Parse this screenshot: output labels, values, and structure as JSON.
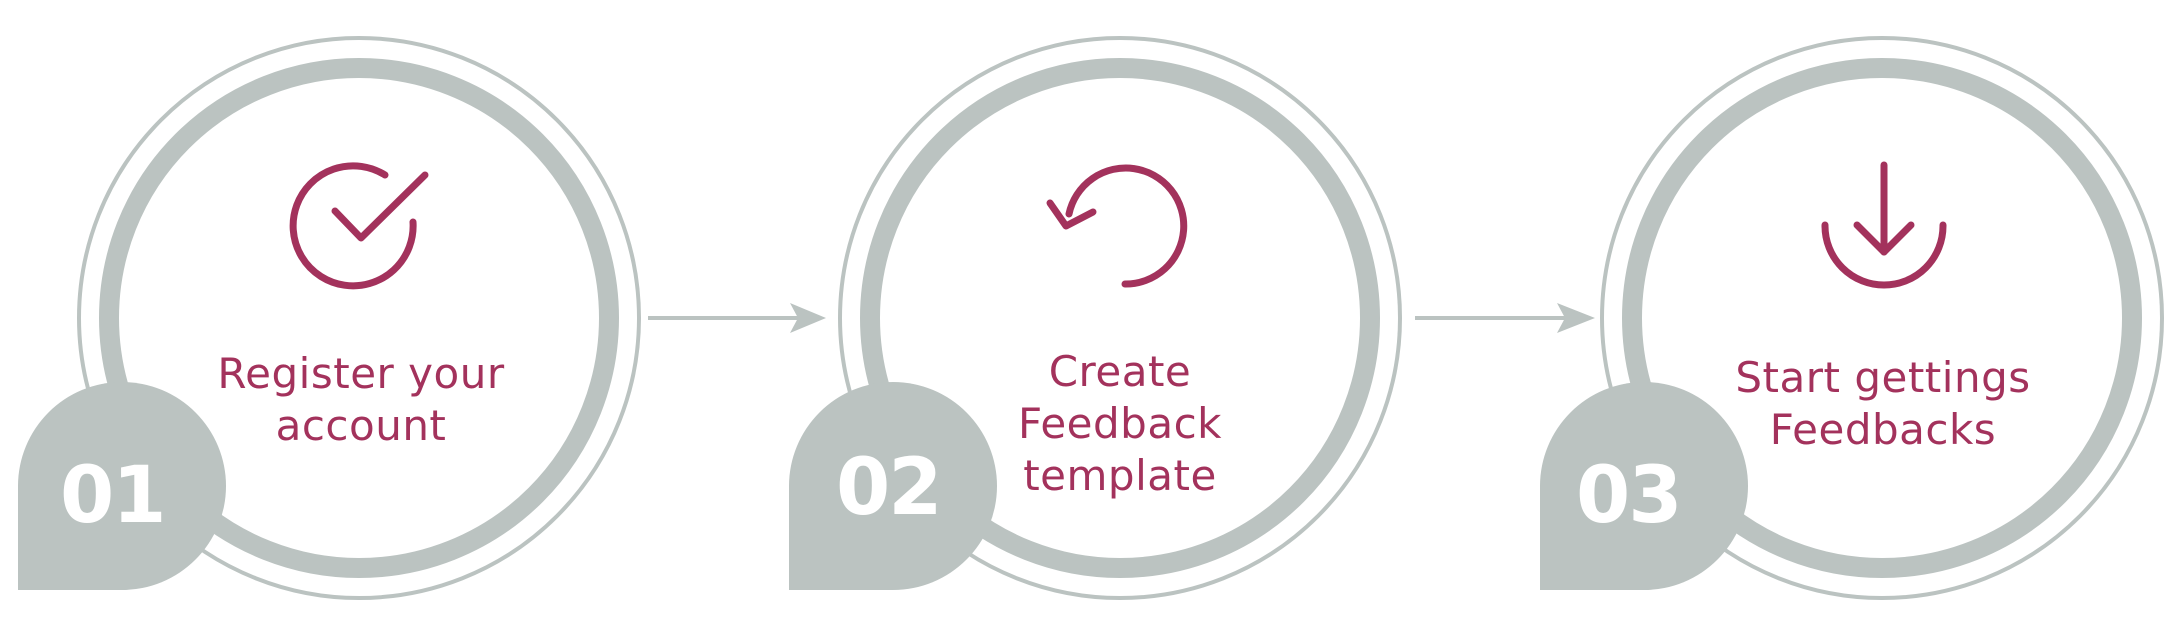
{
  "colors": {
    "ring": "#bbc3c1",
    "accent": "#a3325c",
    "arrow": "#bbc3c1",
    "badge": "#bbc3c1",
    "background": "#ffffff"
  },
  "steps": [
    {
      "number": "01",
      "icon": "check-circle-icon",
      "label_line1": "Register your",
      "label_line2": "account"
    },
    {
      "number": "02",
      "icon": "rotate-arrow-icon",
      "label_line1": "Create Feedback",
      "label_line2": "template"
    },
    {
      "number": "03",
      "icon": "download-arrow-icon",
      "label_line1": "Start gettings",
      "label_line2": "Feedbacks"
    }
  ]
}
